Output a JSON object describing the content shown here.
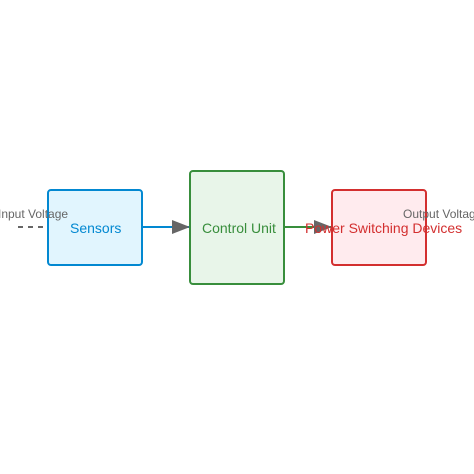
{
  "nodes": {
    "sensors": {
      "label": "Sensors",
      "color": "#0288d1",
      "fill": "#e1f5fe"
    },
    "control_unit": {
      "label": "Control Unit",
      "color": "#388e3c",
      "fill": "#e8f5e9"
    },
    "power_switching": {
      "label": "Power Switching Devices",
      "color": "#d32f2f",
      "fill": "#ffebee"
    }
  },
  "edges": {
    "input": {
      "label": "Input Voltage",
      "style": "dashed",
      "color": "#666666"
    },
    "output": {
      "label": "Output Voltage",
      "color": "#666666"
    },
    "sensors_to_control": {
      "color": "#0288d1"
    },
    "control_to_power": {
      "color": "#388e3c"
    }
  }
}
